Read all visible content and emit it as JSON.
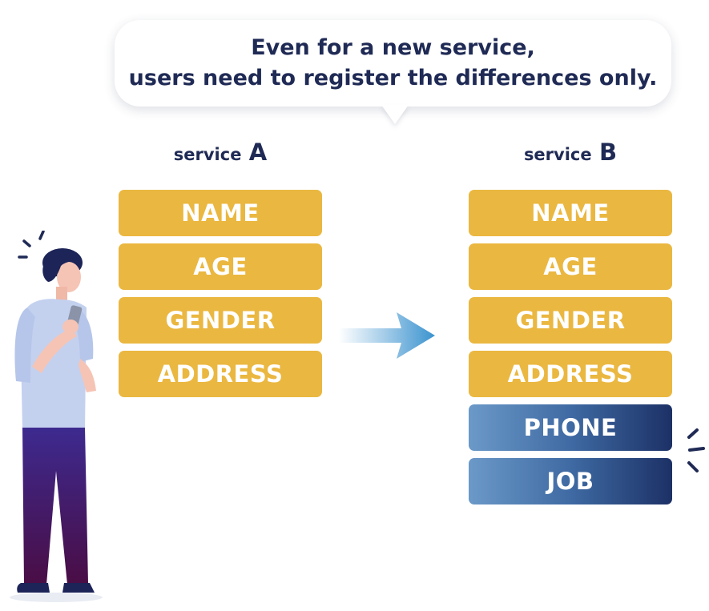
{
  "bubble": {
    "line1": "Even for a new service,",
    "line2": "users need to register the differences only."
  },
  "service_a": {
    "prefix": "service",
    "letter": "A",
    "fields": [
      "NAME",
      "AGE",
      "GENDER",
      "ADDRESS"
    ]
  },
  "service_b": {
    "prefix": "service",
    "letter": "B",
    "fields": [
      "NAME",
      "AGE",
      "GENDER",
      "ADDRESS"
    ],
    "new_fields": [
      "PHONE",
      "JOB"
    ]
  },
  "colors": {
    "existing_field": "#eab740",
    "new_field_light": "#6b99c8",
    "new_field_dark": "#1c3166",
    "text_dark": "#1f2a55",
    "arrow": "#3b93cf"
  },
  "icons": {
    "arrow": "arrow-right-icon",
    "person": "person-with-phone-icon",
    "emphasis": "emphasis-lines-icon"
  }
}
